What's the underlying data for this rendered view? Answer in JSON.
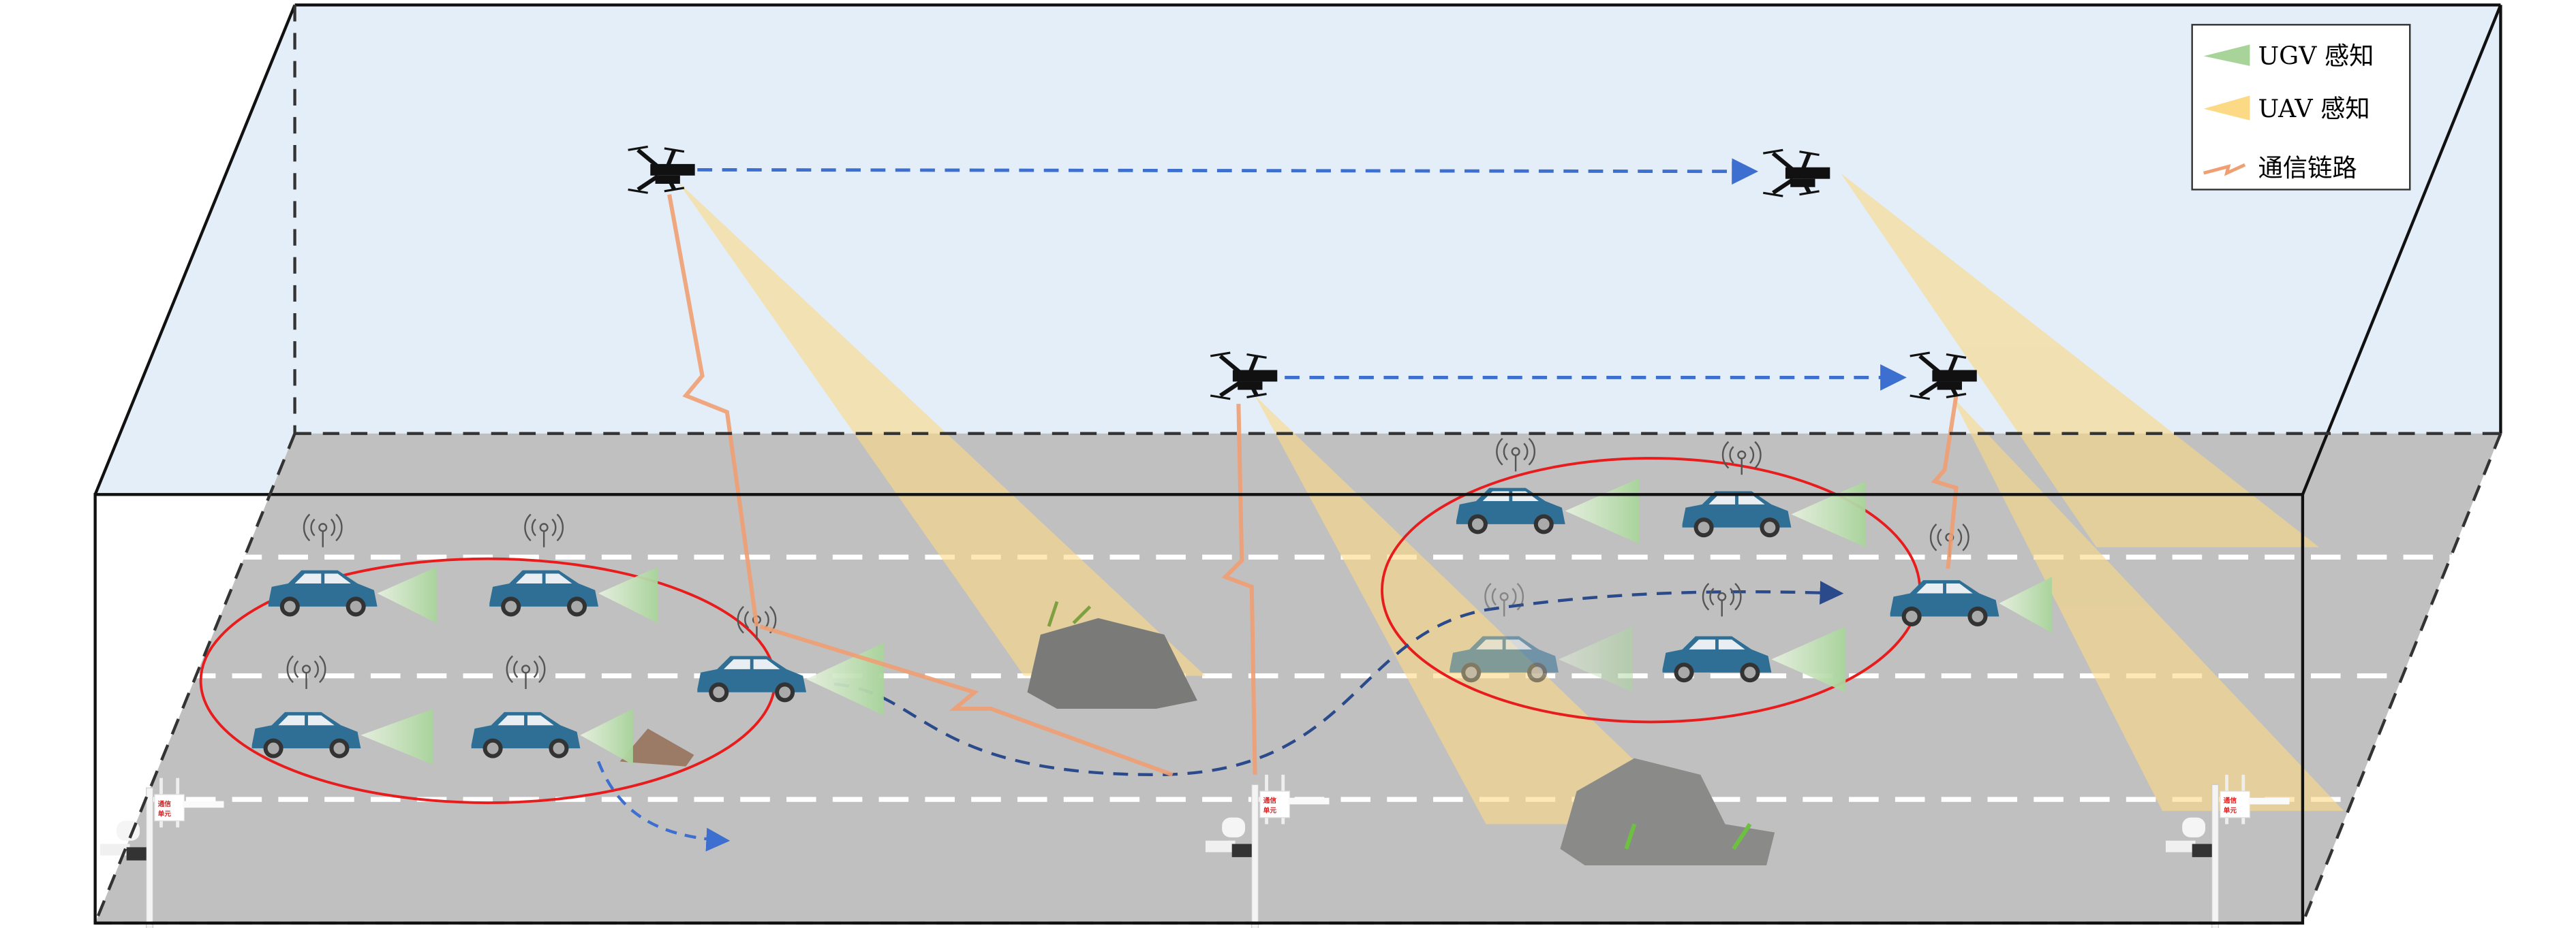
{
  "legend": {
    "items": [
      {
        "label": "UGV 感知",
        "color": "#a8d49a"
      },
      {
        "label": "UAV 感知",
        "color": "#fbd985"
      },
      {
        "label": "通信链路",
        "color": "#ef9f72"
      }
    ]
  },
  "roadside_unit": {
    "sign_line1": "通信",
    "sign_line2": "单元"
  },
  "colors": {
    "sky": "#e3eef8",
    "road": "#c0c0c0",
    "cluster": "#e81c1c",
    "trajectory_uav": "#3c6fcf",
    "trajectory_ugv": "#2a4a8c",
    "car": "#2f6f95"
  }
}
